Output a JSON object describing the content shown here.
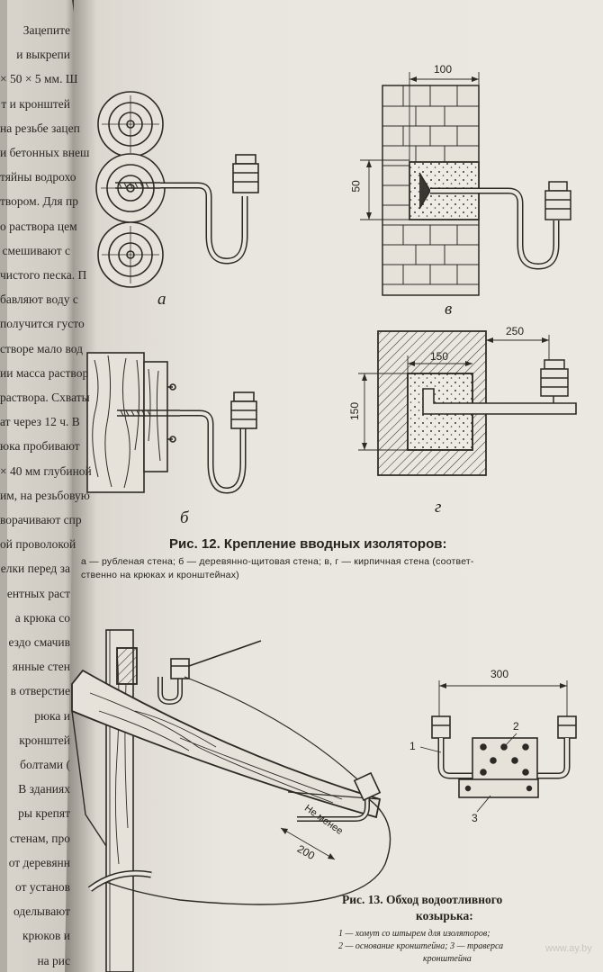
{
  "figure12": {
    "caption_title": "Рис. 12. Крепление вводных изоляторов:",
    "caption_line1": "а — рубленая стена; б — деревянно-щитовая стена; в, г — кирпичная стена (соответ-",
    "caption_line2": "ственно на крюках и кронштейнах)",
    "labels": {
      "a": "а",
      "b": "б",
      "v": "в",
      "g": "г"
    },
    "dims": {
      "d100": "100",
      "d50": "50",
      "d250": "250",
      "d150a": "150",
      "d150b": "150"
    }
  },
  "figure13": {
    "caption_title1": "Рис. 13. Обход водоотливного",
    "caption_title2": "козырька:",
    "legend1": "1 — хомут со штырем для изоляторов;",
    "legend2": "2 — основание кронштейна; 3 — траверса",
    "legend3": "кронштейна",
    "dims": {
      "d300": "300",
      "d200": "200",
      "ne_menee": "Не менее"
    },
    "parts": {
      "p1": "1",
      "p2": "2",
      "p3": "3"
    }
  },
  "left_column": [
    "Зацепите",
    "и выкрепи",
    "× 50 × 5 мм. Ш",
    "т и кронштей",
    "на резьбе зацеп",
    "и бетонных внеш",
    "тяйны водрохо",
    "твором. Для пр",
    "о раствора цем",
    "смешивают с",
    "чистого песка. П",
    "бавляют воду с",
    "получится густо",
    "створе мало вод",
    "ии масса раствор",
    "раствора. Схваты",
    "ат через 12 ч. В",
    "юка пробивают",
    "× 40 мм глубиной",
    "им, на резьбовую",
    "ворачивают спр",
    "ой проволокой",
    "елки перед за",
    "ентных раст",
    "а крюка со",
    "ездо смачив",
    "янные стен",
    "в отверстие",
    "рюка и",
    "кронштей",
    "болтами (",
    "В зданиях",
    "ры крепят",
    "стенам, про",
    "от деревянн",
    "от установ",
    "оделывают",
    "крюков и",
    "на рис"
  ],
  "watermark": "www.ay.by"
}
